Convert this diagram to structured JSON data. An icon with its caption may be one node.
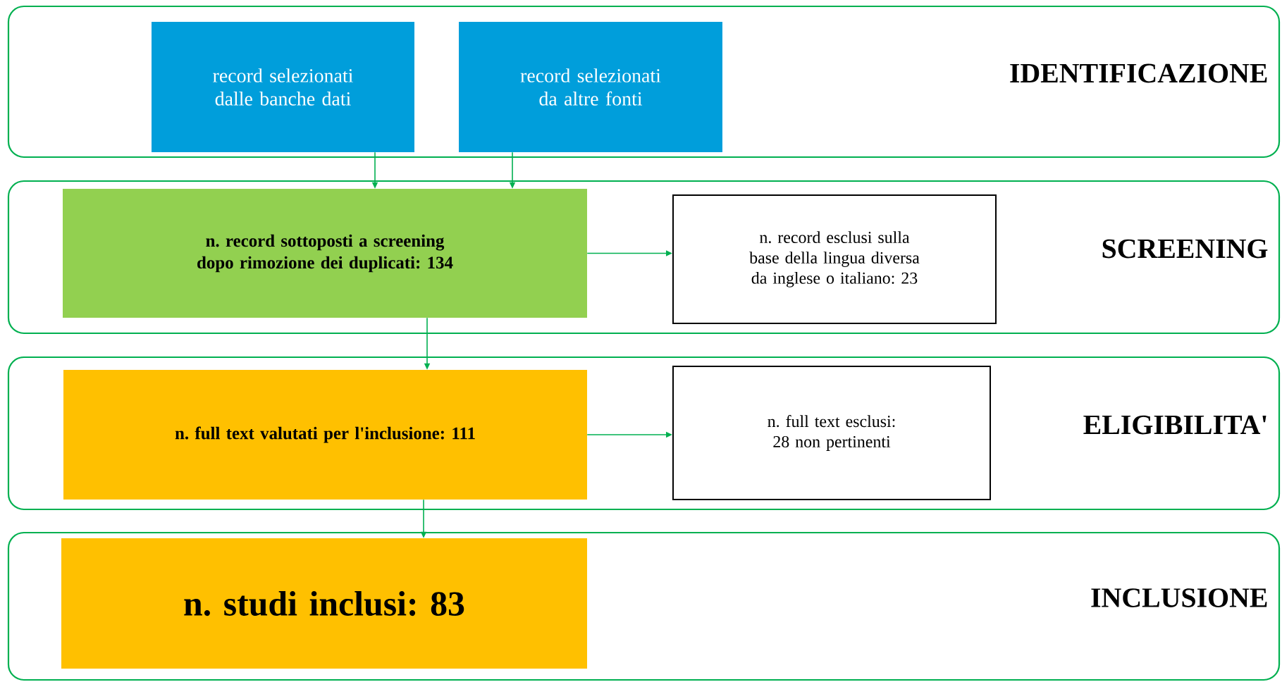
{
  "diagram": {
    "nodes": [
      {
        "text": [
          "IDENTIFICAZIONE"
        ]
      },
      {
        "text": [
          "record selezionati dalle banche dati"
        ],
        "in": 0
      },
      {
        "text": [
          "record selezionati da altre fonti"
        ],
        "in": 0
      },
      {
        "text": [
          "SCREENING"
        ]
      },
      {
        "text": [
          "n. record sottoposti a screening dopo rimozione dei duplicati: 134"
        ],
        "in": 3
      },
      {
        "text": [
          "n. record esclusi sulla base della lingua diversa da inglese o italiano: 23"
        ],
        "in": 3
      },
      {
        "text": [
          "ELIGIBILITA'"
        ]
      },
      {
        "text": [
          "n. full text valutati per l'inclusione: 111"
        ],
        "in": 6
      },
      {
        "text": [
          "n. full text esclusi: 28 non pertinenti"
        ],
        "in": 6
      },
      {
        "text": [
          "INCLUSIONE"
        ]
      },
      {
        "text": [
          "n. studi inclusi: 83"
        ],
        "in": 9
      }
    ],
    "edges": [
      {
        "from": 1,
        "to": 4,
        "arrow": "to"
      },
      {
        "from": 2,
        "to": 4,
        "arrow": "to"
      },
      {
        "from": 4,
        "to": 5,
        "arrow": "to"
      },
      {
        "from": 4,
        "to": 7,
        "arrow": "to"
      },
      {
        "from": 7,
        "to": 8,
        "arrow": "to"
      },
      {
        "from": 7,
        "to": 10,
        "arrow": "to"
      }
    ]
  }
}
